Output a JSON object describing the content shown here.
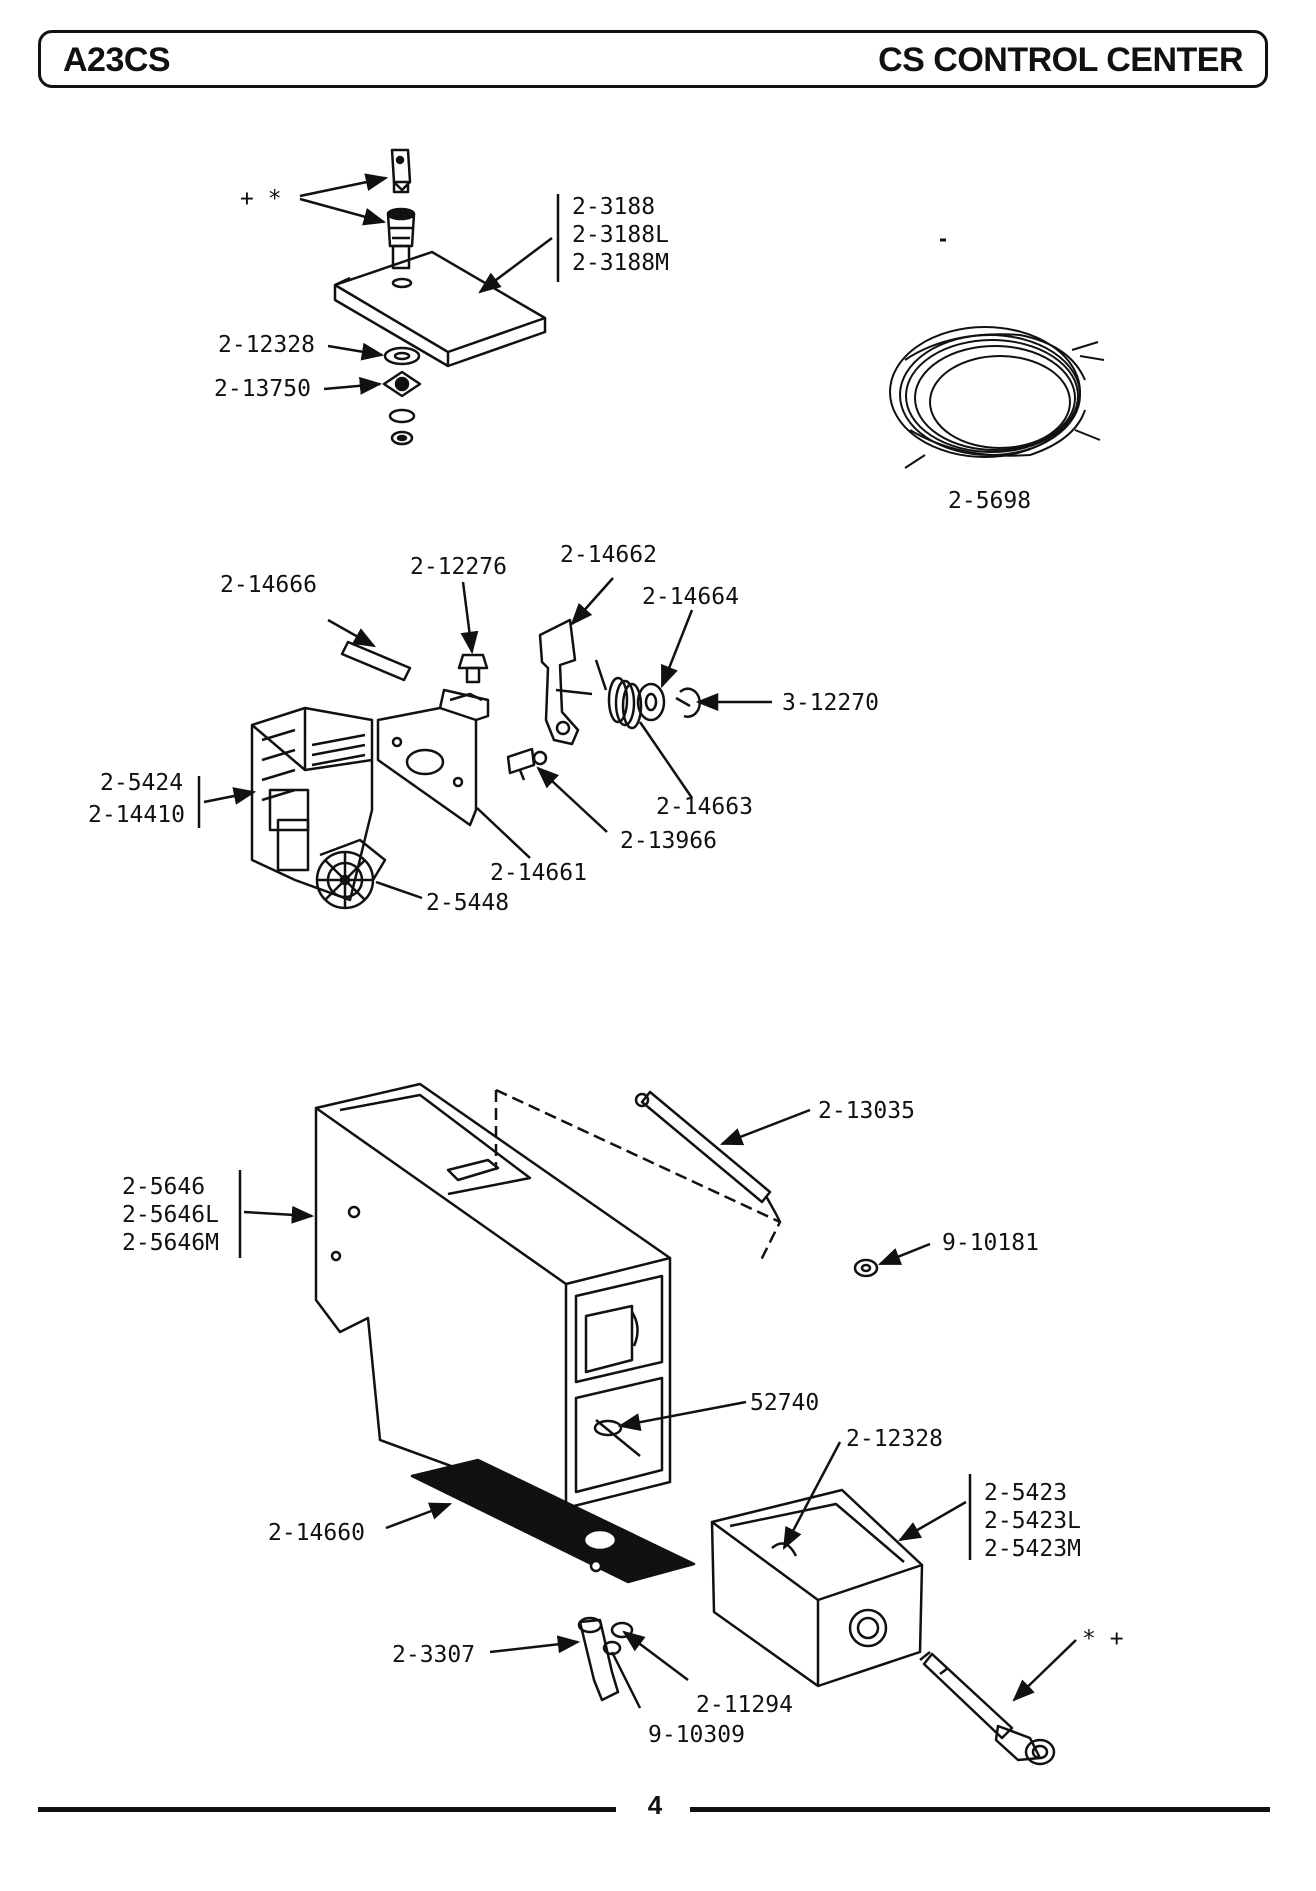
{
  "header": {
    "model": "A23CS",
    "section": "CS CONTROL CENTER"
  },
  "page_number": "4",
  "callouts": {
    "lock_mark": "+ *",
    "kit_3188": [
      "2-3188",
      "2-3188L",
      "2-3188M"
    ],
    "p_12328_top": "2-12328",
    "p_13750": "2-13750",
    "p_5698": "2-5698",
    "p_14666": "2-14666",
    "p_12276": "2-12276",
    "p_14662": "2-14662",
    "p_14664": "2-14664",
    "p_12270": "3-12270",
    "timer": [
      "2-5424",
      "2-14410"
    ],
    "p_14663": "2-14663",
    "p_13966": "2-13966",
    "p_14661": "2-14661",
    "p_5448": "2-5448",
    "p_13035": "2-13035",
    "cabinet": [
      "2-5646",
      "2-5646L",
      "2-5646M"
    ],
    "p_10181": "9-10181",
    "p_52740": "52740",
    "p_12328_bottom": "2-12328",
    "box_5423": [
      "2-5423",
      "2-5423L",
      "2-5423M"
    ],
    "p_14660": "2-14660",
    "p_3307": "2-3307",
    "p_11294": "2-11294",
    "p_10309": "9-10309",
    "lock_mark_bottom": "* +"
  }
}
